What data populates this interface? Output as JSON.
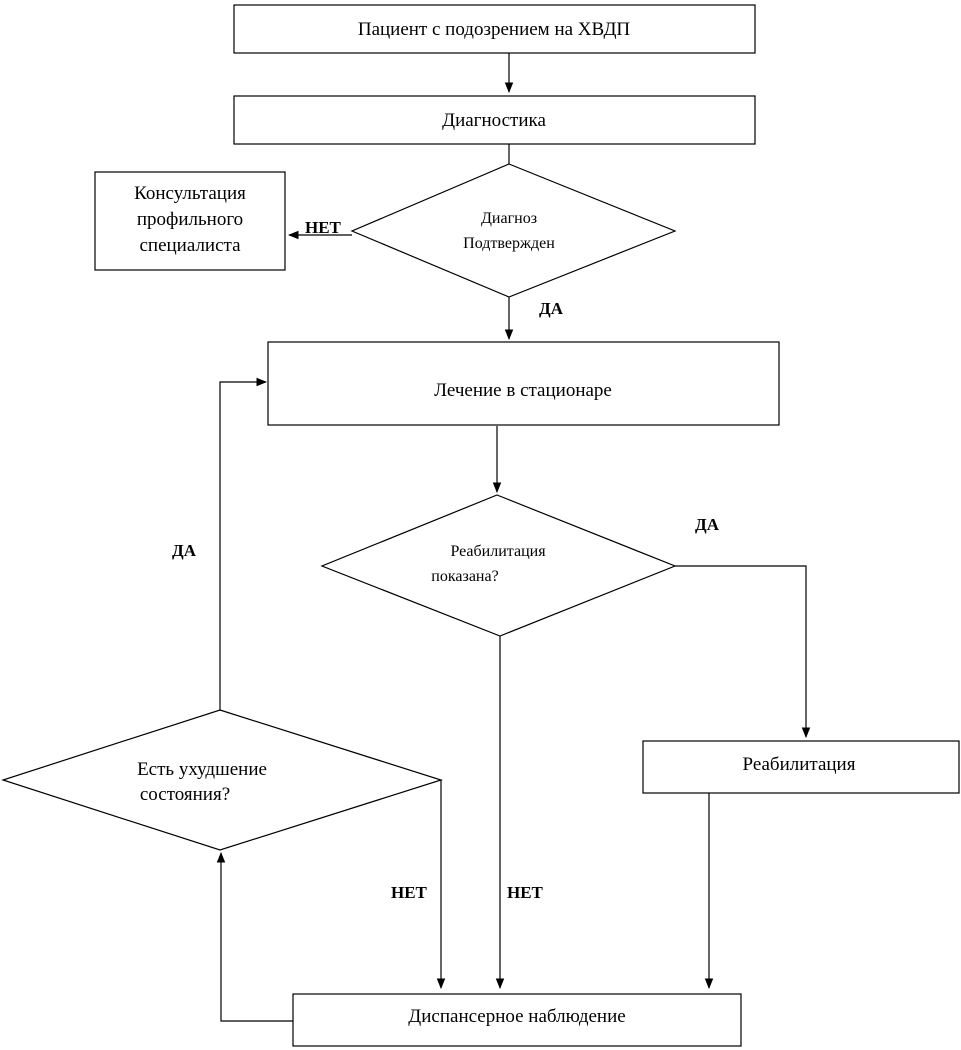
{
  "nodes": {
    "patient": "Пациент с подозрением на ХВДП",
    "diagnostics": "Диагностика",
    "consultation": [
      "Консультация",
      "профильного",
      "специалиста"
    ],
    "diagnosis_confirmed": [
      "Диагноз",
      "Подтвержден"
    ],
    "hospital_treatment": "Лечение в стационаре",
    "rehab_indicated": [
      "Реабилитация",
      "показана?"
    ],
    "rehabilitation": "Реабилитация",
    "worsening": [
      "Есть ухудшение",
      "состояния?"
    ],
    "dispensary": "Диспансерное наблюдение"
  },
  "edge_labels": {
    "diag_no": "НЕТ",
    "diag_yes": "ДА",
    "rehab_yes": "ДА",
    "worsen_yes": "ДА",
    "worsen_no": "НЕТ",
    "rehab_no": "НЕТ"
  }
}
